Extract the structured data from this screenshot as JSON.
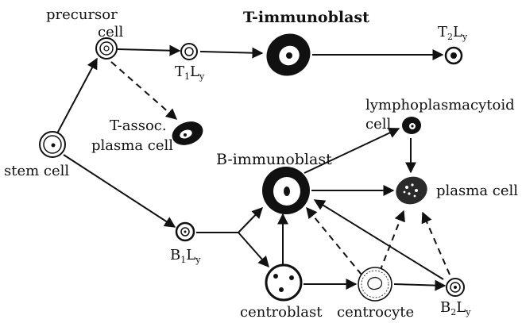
{
  "labels": {
    "precursor_1": "precursor",
    "precursor_2": "cell",
    "t_immunoblast": "T-immunoblast",
    "t1ly_main": "T",
    "t1ly_sub": "1",
    "t1ly_main2": "L",
    "t1ly_sub2": "y",
    "t2ly_main": "T",
    "t2ly_sub": "2",
    "t2ly_main2": "L",
    "t2ly_sub2": "y",
    "tassoc_1": "T-assoc.",
    "tassoc_2": "plasma cell",
    "stem_cell": "stem cell",
    "lympho_1": "lymphoplasmacytoid",
    "lympho_2": "cell",
    "b_immunoblast": "B-immunoblast",
    "plasma_cell": "plasma cell",
    "b1ly_main": "B",
    "b1ly_sub": "1",
    "b1ly_main2": "L",
    "b1ly_sub2": "y",
    "centroblast": "centroblast",
    "centrocyte": "centrocyte",
    "b2ly_main": "B",
    "b2ly_sub": "2",
    "b2ly_main2": "L",
    "b2ly_sub2": "y"
  },
  "colors": {
    "ink": "#111111",
    "background": "#ffffff",
    "plasma_fill": "#2a2a2a"
  }
}
